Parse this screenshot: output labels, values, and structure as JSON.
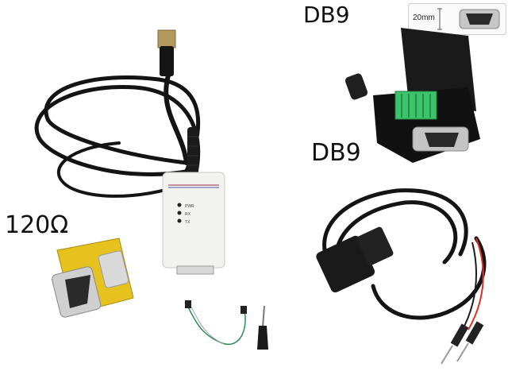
{
  "labels": {
    "db9_top": "DB9",
    "db9_middle": "DB9",
    "resistor": "120Ω",
    "dimension": "20mm"
  },
  "leds": [
    "PWR",
    "RX",
    "TX"
  ],
  "colors": {
    "cable": "#141414",
    "usb_metal": "#b49a5c",
    "box": "#f2f2f0",
    "terminal_green": "#3cc46a",
    "gender_changer": "#e6c21e",
    "red_wire": "#d8332a"
  }
}
